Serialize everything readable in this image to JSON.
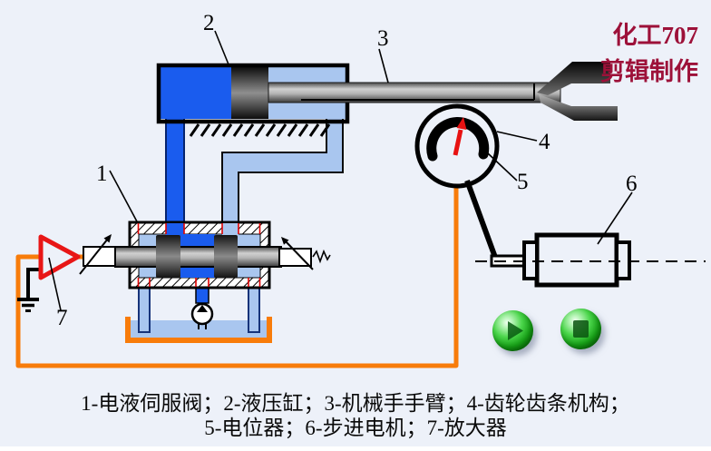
{
  "watermark": {
    "line1": "化工707",
    "line2": "剪辑制作",
    "color": "#9d1139"
  },
  "caption": {
    "line1": "1-电液伺服阀；2-液压缸；3-机械手手臂；4-齿轮齿条机构；",
    "line2": "5-电位器；6-步进电机；7-放大器"
  },
  "callouts": {
    "n1": "1",
    "n2": "2",
    "n3": "3",
    "n4": "4",
    "n5": "5",
    "n6": "6",
    "n7": "7"
  },
  "controls": {
    "play_icon": "play-icon",
    "stop_icon": "stop-icon"
  },
  "colors": {
    "background": "#edf1f9",
    "pressure_fluid_blue": "#1a5cee",
    "return_fluid_lightblue": "#a9c6ef",
    "feedback_wire_orange": "#f87c0a",
    "amplifier_red": "#e81616",
    "needle_red": "#e81212",
    "watermark_maroon": "#9d1139",
    "button_green": "#2eb82e"
  }
}
